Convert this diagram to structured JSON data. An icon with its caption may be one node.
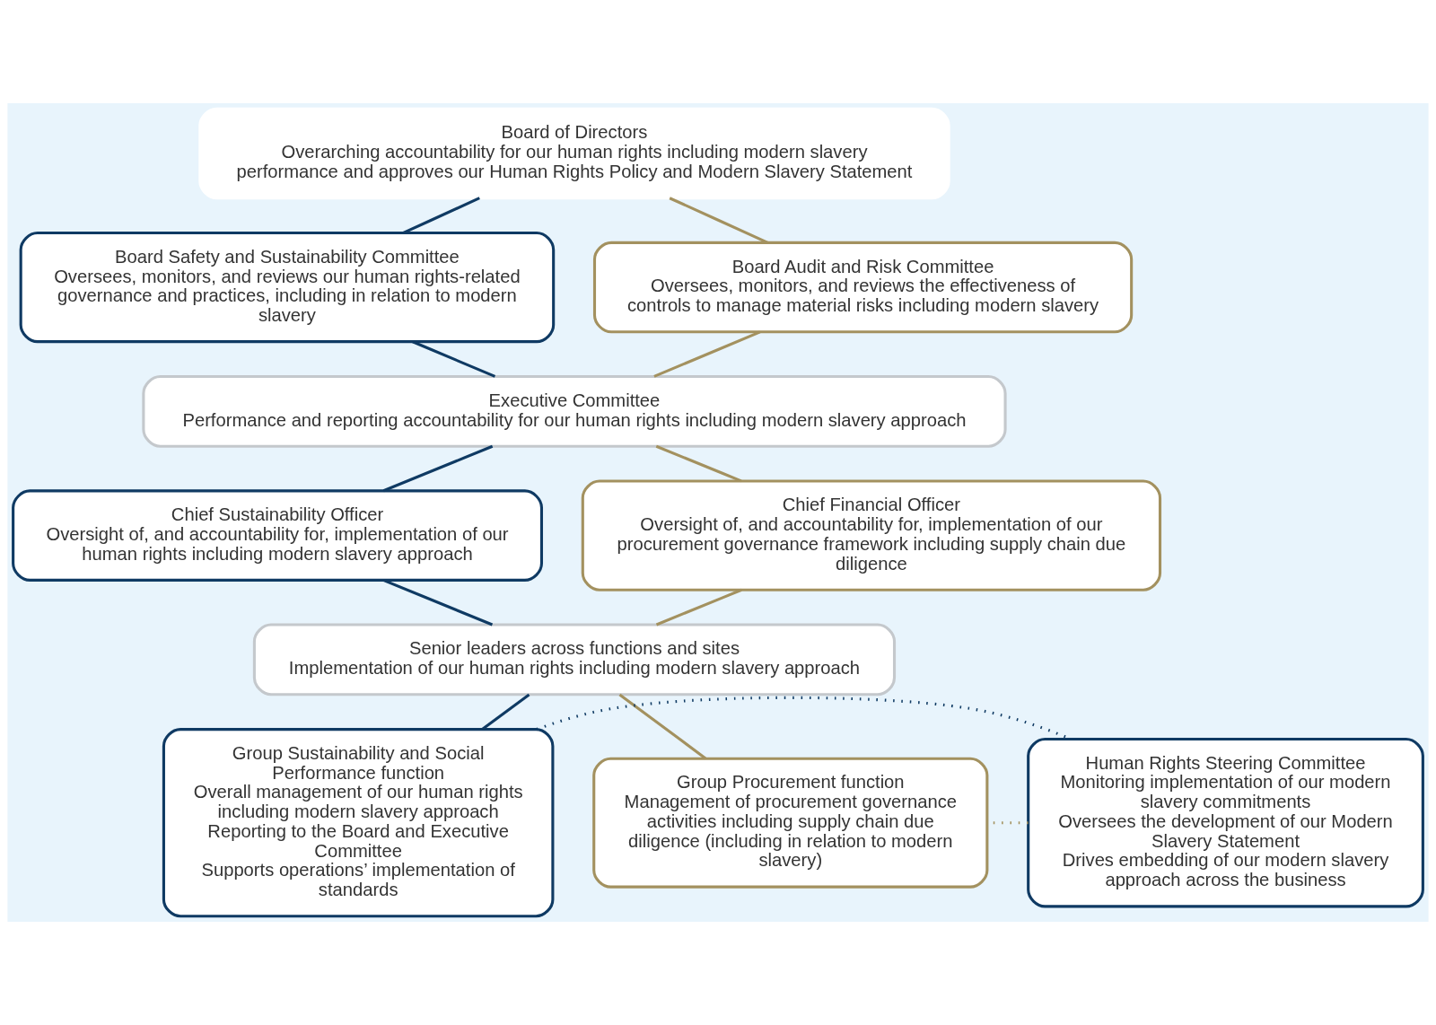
{
  "diagram": {
    "nodes": [
      {
        "text": [
          "Board of Directors",
          "Overarching accountability for our human rights including modern slavery performance and approves our Human Rights Policy and Modern Slavery Statement"
        ]
      },
      {
        "text": [
          "Board Safety and Sustainability Committee",
          "Oversees, monitors, and reviews our human rights-related governance and practices, including in relation to modern slavery"
        ]
      },
      {
        "text": [
          "Board Audit and Risk Committee",
          "Oversees, monitors, and reviews the effectiveness of controls to manage material risks including modern slavery"
        ]
      },
      {
        "text": [
          "Executive Committee",
          "Performance and reporting accountability for our human rights including modern slavery approach"
        ]
      },
      {
        "text": [
          "Chief Sustainability Officer",
          "Oversight of, and accountability for, implementation of our human rights including modern slavery approach"
        ]
      },
      {
        "text": [
          "Chief Financial Officer",
          "Oversight of, and accountability for, implementation of our procurement governance framework including supply chain due diligence"
        ]
      },
      {
        "text": [
          "Senior leaders across functions and sites",
          "Implementation of our human rights including modern slavery approach"
        ]
      },
      {
        "text": [
          "Group Sustainability and Social Performance function",
          "Overall management of our human rights including modern slavery approach",
          "Reporting to the Board and Executive Committee",
          "Supports operations’ implementation of standards"
        ]
      },
      {
        "text": [
          "Human Rights Steering Committee",
          "Monitoring implementation of our modern slavery commitments",
          "Oversees the development of our Modern Slavery Statement",
          "Drives embedding of our modern slavery approach across the business"
        ]
      },
      {
        "text": [
          "Group Procurement function",
          "Management of procurement governance activities including supply chain due diligence (including in relation to modern slavery)"
        ]
      }
    ],
    "edges": [
      {
        "from": 0,
        "to": 1,
        "arrow": "none",
        "color": "#0f3a63"
      },
      {
        "from": 1,
        "to": 3,
        "arrow": "none",
        "color": "#0f3a63"
      },
      {
        "from": 3,
        "to": 4,
        "arrow": "none",
        "color": "#0f3a63"
      },
      {
        "from": 4,
        "to": 6,
        "arrow": "none",
        "color": "#0f3a63"
      },
      {
        "from": 6,
        "to": 7,
        "arrow": "none",
        "color": "#0f3a63"
      },
      {
        "from": 0,
        "to": 2,
        "arrow": "none",
        "color": "#a3915f"
      },
      {
        "from": 2,
        "to": 3,
        "arrow": "none",
        "color": "#a3915f"
      },
      {
        "from": 3,
        "to": 5,
        "arrow": "none",
        "color": "#a3915f"
      },
      {
        "from": 5,
        "to": 6,
        "arrow": "none",
        "color": "#a3915f"
      },
      {
        "from": 6,
        "to": 9,
        "arrow": "none",
        "color": "#a3915f"
      },
      {
        "from": 7,
        "to": 8,
        "arrow": "none",
        "style": "dashed",
        "color": "#0f3a63"
      },
      {
        "from": 8,
        "to": 9,
        "arrow": "none",
        "style": "dashed",
        "color": "#a3915f"
      }
    ]
  }
}
